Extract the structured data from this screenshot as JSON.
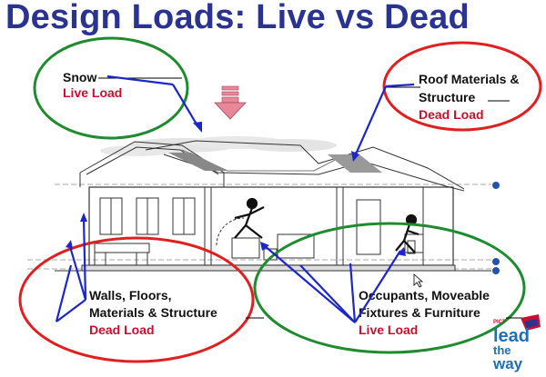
{
  "title": "Design Loads: Live vs Dead",
  "callouts": {
    "snow": {
      "name": "Snow",
      "load": "Live Load"
    },
    "roof": {
      "name_line1": "Roof Materials &",
      "name_line2": "Structure",
      "load": "Dead Load"
    },
    "walls": {
      "name_line1": "Walls, Floors,",
      "name_line2": "Materials & Structure",
      "load": "Dead Load"
    },
    "occupants": {
      "name_line1": "Occupants, Moveable",
      "name_line2": "Fixtures & Furniture",
      "load": "Live Load"
    }
  },
  "logo": {
    "small": "PICT",
    "line1": "lead",
    "line2": "the",
    "line3": "way"
  },
  "colors": {
    "title": "#2b3391",
    "live_load": "#c8102e",
    "dead_load": "#c8102e",
    "live_ellipse": "#1e8c2e",
    "dead_ellipse": "#e02020",
    "pointer": "#1d27c9",
    "arrow": "#e8869a"
  }
}
